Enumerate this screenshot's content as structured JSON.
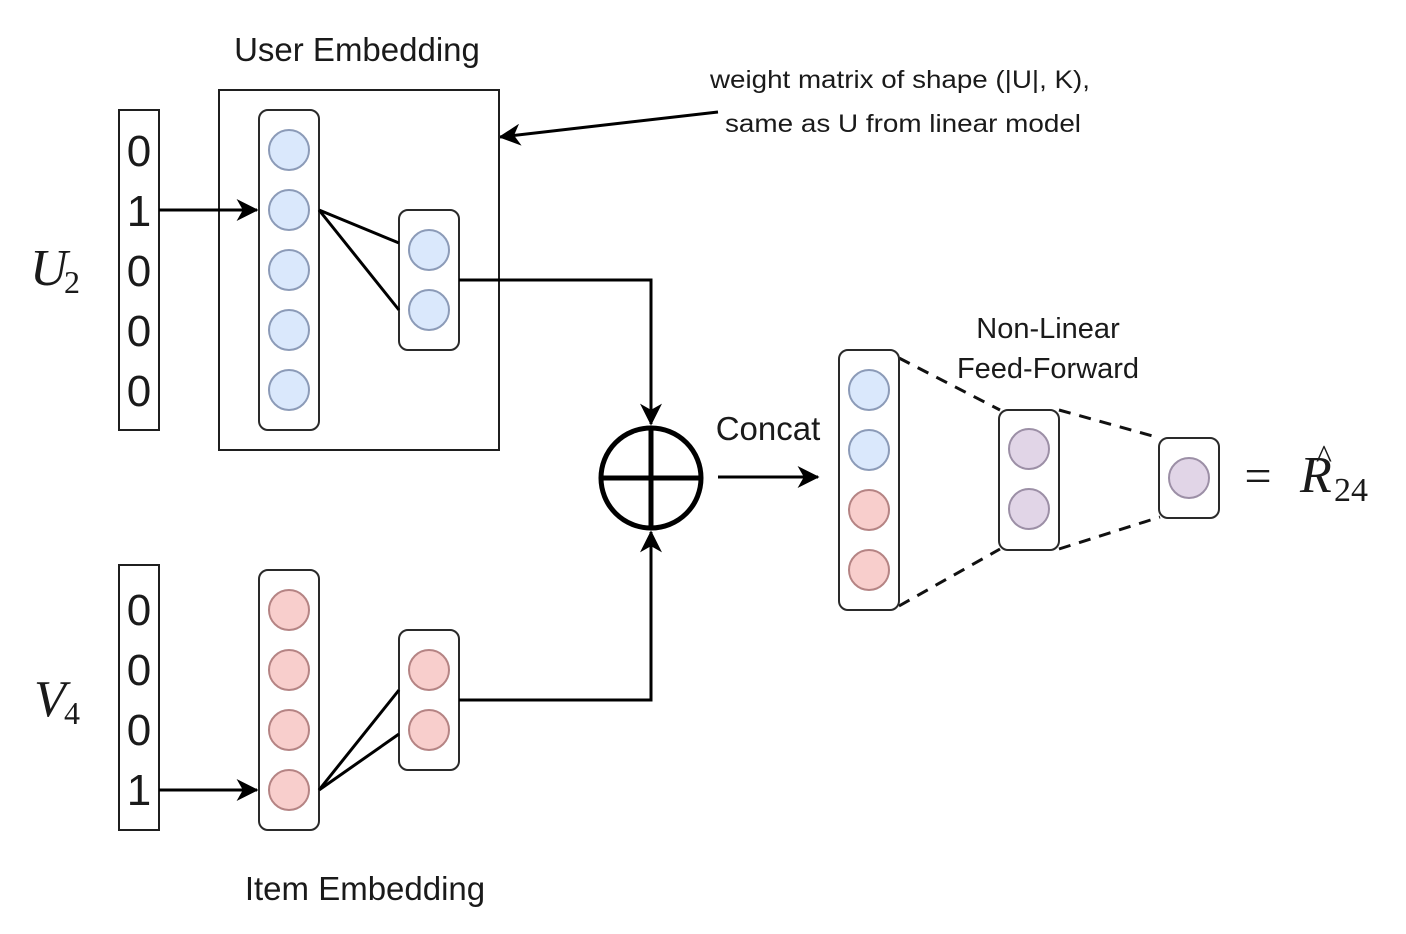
{
  "labels": {
    "user_embedding": "User Embedding",
    "item_embedding": "Item Embedding",
    "annotation_line1": "weight matrix of shape (|U|, K),",
    "annotation_line2": "same as U from linear model",
    "concat": "Concat",
    "ff_line1": "Non-Linear",
    "ff_line2": "Feed-Forward",
    "user_symbol": "U",
    "user_subscript": "2",
    "item_symbol": "V",
    "item_subscript": "4",
    "output_equals": "=",
    "output_symbol": "R",
    "output_hat": "^",
    "output_subscript": "24"
  },
  "user_onehot": [
    "0",
    "1",
    "0",
    "0",
    "0"
  ],
  "item_onehot": [
    "0",
    "0",
    "0",
    "1"
  ],
  "user_layer_nodes": 5,
  "user_embed_nodes": 2,
  "item_layer_nodes": 4,
  "item_embed_nodes": 2,
  "concat_nodes": [
    "user",
    "user",
    "item",
    "item"
  ],
  "hidden_nodes": 2,
  "output_nodes": 1,
  "colors": {
    "user_node": "#dae8fc",
    "item_node": "#f8cecc",
    "output_node": "#e1d5e7"
  }
}
